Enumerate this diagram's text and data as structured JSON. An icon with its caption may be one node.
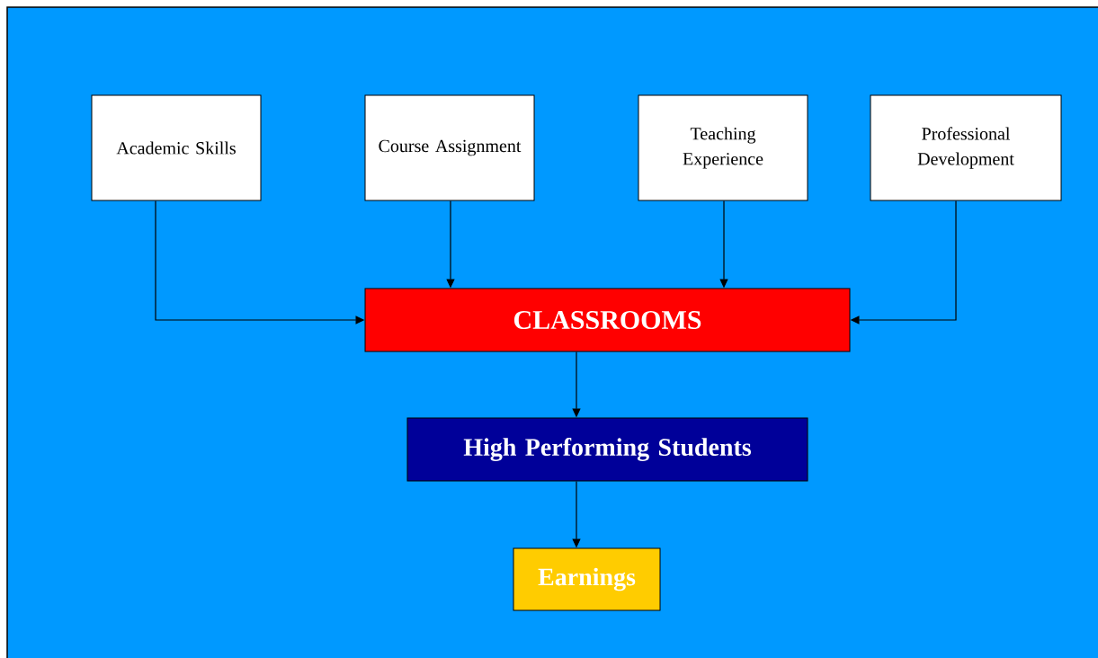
{
  "diagram": {
    "nodes": [
      {
        "text": [
          "Academic Skills"
        ]
      },
      {
        "text": [
          "Course Assignment"
        ]
      },
      {
        "text": [
          "Teaching Experience"
        ]
      },
      {
        "text": [
          "Professional Development"
        ]
      },
      {
        "text": [
          "CLASSROOMS"
        ]
      },
      {
        "text": [
          "High Performing Students"
        ]
      },
      {
        "text": [
          "Earnings"
        ]
      }
    ],
    "edges": [
      {
        "from": 0,
        "to": 4,
        "arrow": "to"
      },
      {
        "from": 1,
        "to": 4,
        "arrow": "to"
      },
      {
        "from": 2,
        "to": 4,
        "arrow": "to"
      },
      {
        "from": 3,
        "to": 4,
        "arrow": "to"
      },
      {
        "from": 4,
        "to": 5,
        "arrow": "to"
      },
      {
        "from": 5,
        "to": 6,
        "arrow": "to"
      }
    ]
  }
}
